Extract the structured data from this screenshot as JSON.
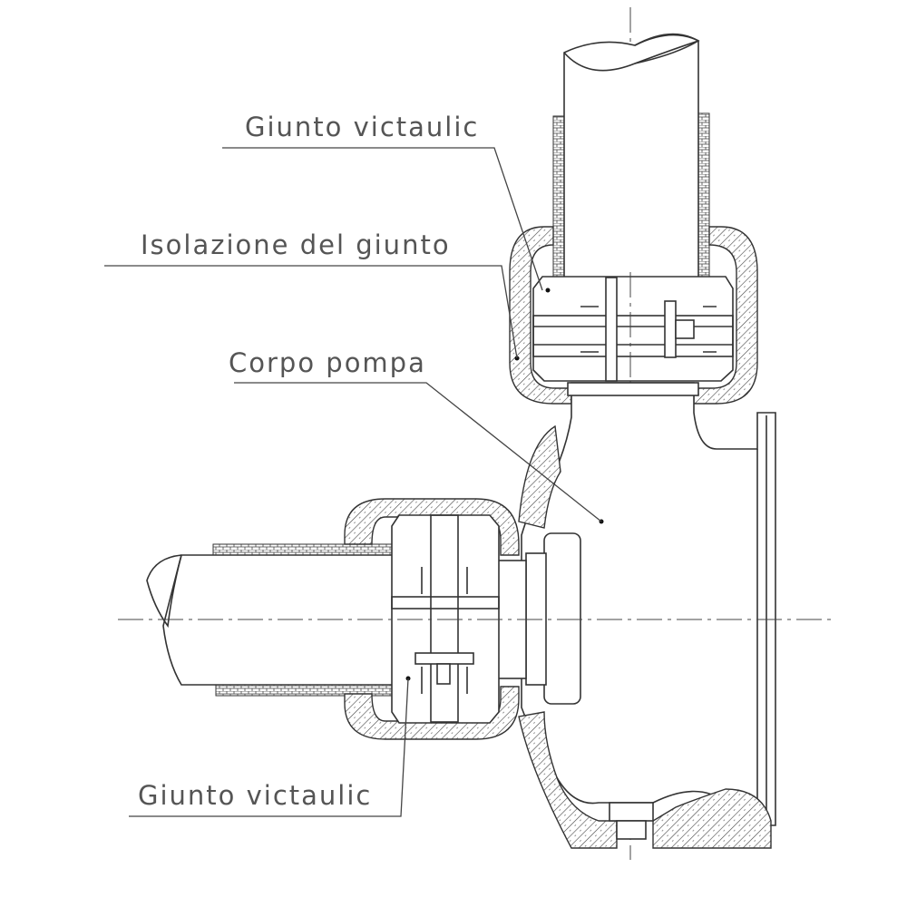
{
  "labels": {
    "top_joint": "Giunto victaulic",
    "insulation": "Isolazione del giunto",
    "pump_body": "Corpo pompa",
    "bottom_joint": "Giunto victaulic"
  },
  "colors": {
    "line": "#333333",
    "text": "#555555"
  }
}
